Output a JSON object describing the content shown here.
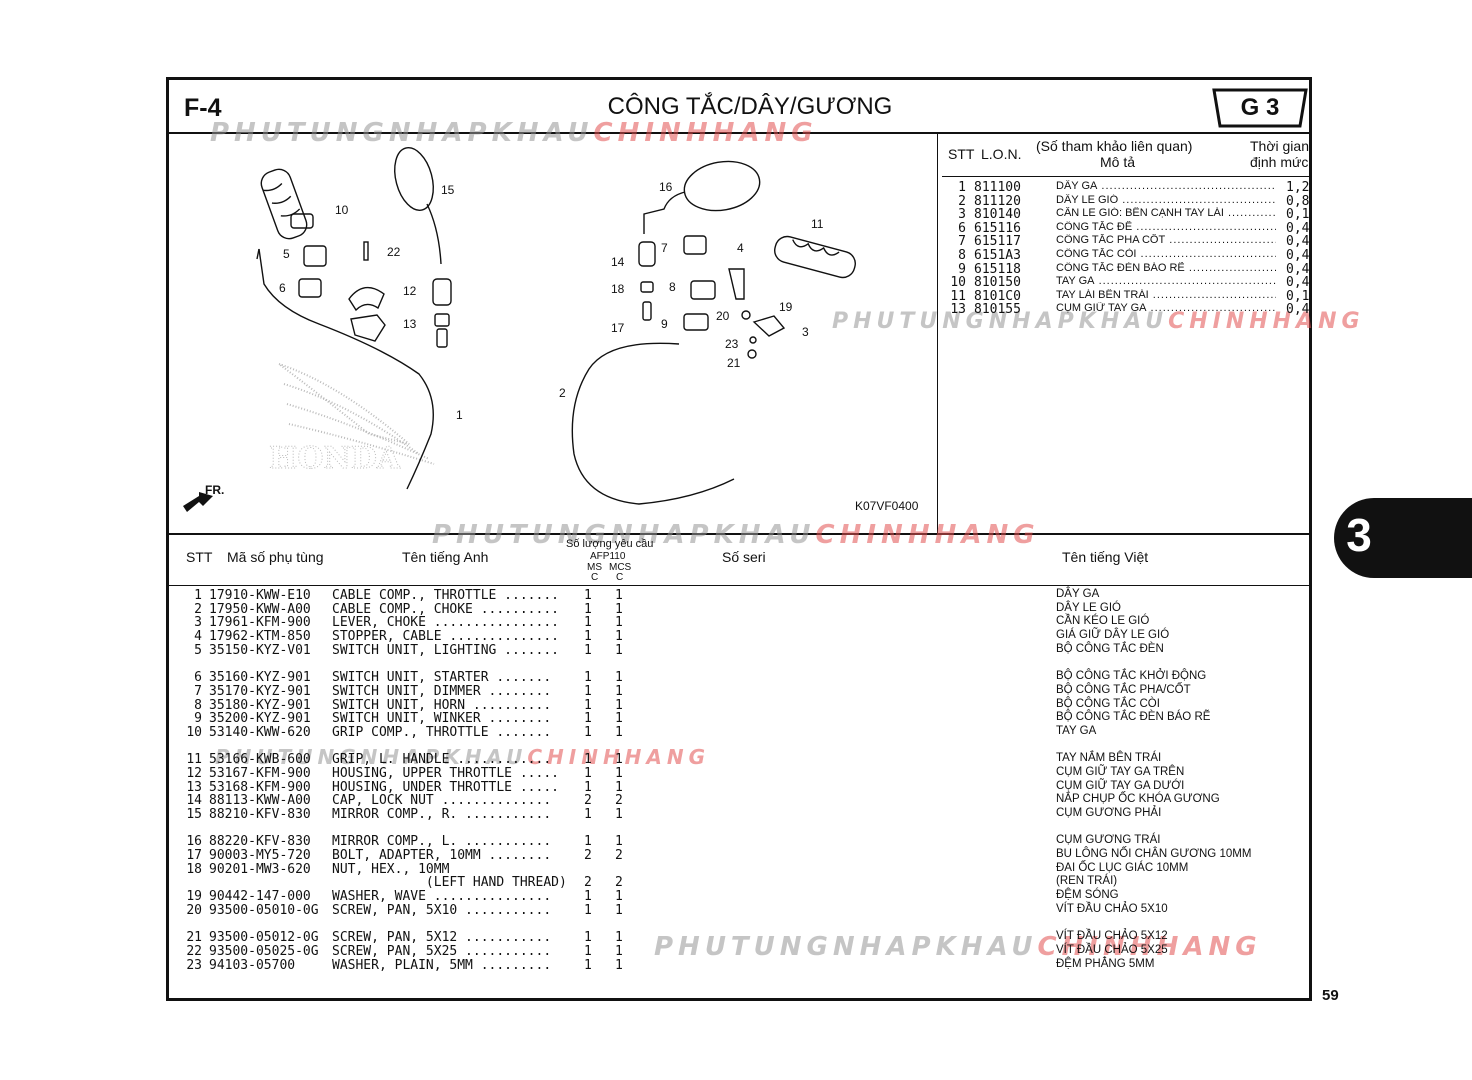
{
  "header": {
    "section_code": "F-4",
    "title": "CÔNG TẮC/DÂY/GƯƠNG",
    "group_badge": "G 3"
  },
  "watermark": {
    "part1": "PHUTUNGNHAPKHAU",
    "part2": "CHINHHANG"
  },
  "diagram": {
    "labels": [
      "1",
      "2",
      "3",
      "4",
      "5",
      "6",
      "7",
      "8",
      "9",
      "10",
      "11",
      "12",
      "13",
      "14",
      "15",
      "16",
      "17",
      "18",
      "19",
      "20",
      "21",
      "22",
      "23"
    ],
    "drawing_code": "K07VF0400",
    "fr_label": "FR.",
    "brand": "HONDA"
  },
  "ref_table": {
    "headers": {
      "stt": "STT",
      "lon": "L.O.N.",
      "desc_line1": "(Số tham khảo liên quan)",
      "desc_line2": "Mô tả",
      "time_line1": "Thời gian",
      "time_line2": "định mức"
    },
    "rows": [
      {
        "stt": "1",
        "lon": "811100",
        "desc": "DÂY GA",
        "time": "1,2"
      },
      {
        "stt": "2",
        "lon": "811120",
        "desc": "DÂY LE GIÓ",
        "time": "0,8"
      },
      {
        "stt": "3",
        "lon": "810140",
        "desc": "CẦN LE GIÓ: BÊN CẠNH TAY LÁI",
        "time": "0,1"
      },
      {
        "stt": "6",
        "lon": "615116",
        "desc": "CÔNG TẮC ĐỀ",
        "time": "0,4"
      },
      {
        "stt": "7",
        "lon": "615117",
        "desc": "CÔNG TẮC PHA CỐT",
        "time": "0,4"
      },
      {
        "stt": "8",
        "lon": "6151A3",
        "desc": "CÔNG TẮC CÒI",
        "time": "0,4"
      },
      {
        "stt": "9",
        "lon": "615118",
        "desc": "CÔNG TẮC ĐÈN BÁO RẼ",
        "time": "0,4"
      },
      {
        "stt": "10",
        "lon": "810150",
        "desc": "TAY GA",
        "time": "0,4"
      },
      {
        "stt": "11",
        "lon": "8101C0",
        "desc": "TAY LÁI BÊN TRÁI",
        "time": "0,1"
      },
      {
        "stt": "13",
        "lon": "810155",
        "desc": "CỤM GIỮ TAY GA",
        "time": "0,4"
      }
    ]
  },
  "parts_table": {
    "headers": {
      "stt": "STT",
      "part_no": "Mã số phụ tùng",
      "english": "Tên tiếng Anh",
      "qty": "Số lượng yêu cầu",
      "model": "AFP110",
      "col1_top": "MS",
      "col1_bot": "C",
      "col2_top": "MCS",
      "col2_bot": "C",
      "serial": "Số seri",
      "vietnamese": "Tên tiếng Việt"
    },
    "rows": [
      {
        "no": "1",
        "pn": "17910-KWW-E10",
        "en": "CABLE COMP., THROTTLE .......",
        "q1": "1",
        "q2": "1",
        "vn": "DÂY GA"
      },
      {
        "no": "2",
        "pn": "17950-KWW-A00",
        "en": "CABLE COMP., CHOKE ..........",
        "q1": "1",
        "q2": "1",
        "vn": "DÂY LE GIÓ"
      },
      {
        "no": "3",
        "pn": "17961-KFM-900",
        "en": "LEVER, CHOKE ................",
        "q1": "1",
        "q2": "1",
        "vn": "CẦN KÉO LE GIÓ"
      },
      {
        "no": "4",
        "pn": "17962-KTM-850",
        "en": "STOPPER, CABLE ..............",
        "q1": "1",
        "q2": "1",
        "vn": "GIÁ GIỮ DÂY LE GIÓ"
      },
      {
        "no": "5",
        "pn": "35150-KYZ-V01",
        "en": "SWITCH UNIT, LIGHTING .......",
        "q1": "1",
        "q2": "1",
        "vn": "BỘ CÔNG TẮC ĐÈN"
      },
      {
        "no": "6",
        "pn": "35160-KYZ-901",
        "en": "SWITCH UNIT, STARTER .......",
        "q1": "1",
        "q2": "1",
        "vn": "BỘ CÔNG TẮC KHỞI ĐỘNG"
      },
      {
        "no": "7",
        "pn": "35170-KYZ-901",
        "en": "SWITCH UNIT, DIMMER ........",
        "q1": "1",
        "q2": "1",
        "vn": "BỘ CÔNG TẮC PHA/CỐT"
      },
      {
        "no": "8",
        "pn": "35180-KYZ-901",
        "en": "SWITCH UNIT, HORN ..........",
        "q1": "1",
        "q2": "1",
        "vn": "BỘ CÔNG TẮC CÒI"
      },
      {
        "no": "9",
        "pn": "35200-KYZ-901",
        "en": "SWITCH UNIT, WINKER ........",
        "q1": "1",
        "q2": "1",
        "vn": "BỘ CÔNG TẮC ĐÈN BÁO RẼ"
      },
      {
        "no": "10",
        "pn": "53140-KWW-620",
        "en": "GRIP COMP., THROTTLE .......",
        "q1": "1",
        "q2": "1",
        "vn": "TAY GA"
      },
      {
        "no": "11",
        "pn": "53166-KWB-600",
        "en": "GRIP, L. HANDLE ............",
        "q1": "1",
        "q2": "1",
        "vn": "TAY NẮM BÊN TRÁI"
      },
      {
        "no": "12",
        "pn": "53167-KFM-900",
        "en": "HOUSING, UPPER THROTTLE .....",
        "q1": "1",
        "q2": "1",
        "vn": "CỤM GIỮ TAY GA TRÊN"
      },
      {
        "no": "13",
        "pn": "53168-KFM-900",
        "en": "HOUSING, UNDER THROTTLE .....",
        "q1": "1",
        "q2": "1",
        "vn": "CỤM GIỮ TAY GA DƯỚI"
      },
      {
        "no": "14",
        "pn": "88113-KWW-A00",
        "en": "CAP, LOCK NUT ..............",
        "q1": "2",
        "q2": "2",
        "vn": "NẮP CHỤP ỐC KHÓA GƯƠNG"
      },
      {
        "no": "15",
        "pn": "88210-KFV-830",
        "en": "MIRROR COMP., R. ...........",
        "q1": "1",
        "q2": "1",
        "vn": "CỤM GƯƠNG PHẢI"
      },
      {
        "no": "16",
        "pn": "88220-KFV-830",
        "en": "MIRROR COMP., L. ...........",
        "q1": "1",
        "q2": "1",
        "vn": "CỤM GƯƠNG TRÁI"
      },
      {
        "no": "17",
        "pn": "90003-MY5-720",
        "en": "BOLT, ADAPTER, 10MM ........",
        "q1": "2",
        "q2": "2",
        "vn": "BU LÔNG NỐI CHÂN GƯƠNG 10MM"
      },
      {
        "no": "18",
        "pn": "90201-MW3-620",
        "en": "NUT, HEX., 10MM",
        "q1": "",
        "q2": "",
        "vn": "ĐAI ỐC LỤC GIÁC 10MM"
      },
      {
        "no": "",
        "pn": "",
        "en": "            (LEFT HAND THREAD)",
        "q1": "2",
        "q2": "2",
        "vn": "(REN TRÁI)"
      },
      {
        "no": "19",
        "pn": "90442-147-000",
        "en": "WASHER, WAVE ...............",
        "q1": "1",
        "q2": "1",
        "vn": "ĐỆM SÓNG"
      },
      {
        "no": "20",
        "pn": "93500-05010-0G",
        "en": "SCREW, PAN, 5X10 ...........",
        "q1": "1",
        "q2": "1",
        "vn": "VÍT ĐẦU CHẢO 5X10"
      },
      {
        "no": "21",
        "pn": "93500-05012-0G",
        "en": "SCREW, PAN, 5X12 ...........",
        "q1": "1",
        "q2": "1",
        "vn": "VÍT ĐẦU CHẢO 5X12"
      },
      {
        "no": "22",
        "pn": "93500-05025-0G",
        "en": "SCREW, PAN, 5X25 ...........",
        "q1": "1",
        "q2": "1",
        "vn": "VÍT ĐẦU CHẢO 5X25"
      },
      {
        "no": "23",
        "pn": "94103-05700",
        "en": "WASHER, PLAIN, 5MM .........",
        "q1": "1",
        "q2": "1",
        "vn": "ĐỆM PHẲNG 5MM"
      }
    ]
  },
  "side_tab": "3",
  "page_number": "59"
}
